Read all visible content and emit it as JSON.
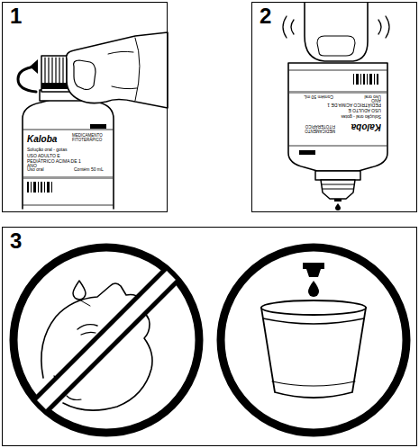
{
  "diagram": {
    "nodes": [
      {
        "text": [
          "1"
        ]
      },
      {
        "text": [
          "2"
        ]
      },
      {
        "text": [
          "3"
        ]
      }
    ],
    "labels": [
      "Kaloba",
      "MEDICAMENTO FITOTERÁPICO",
      "Solução oral - gotas",
      "USO ADULTO E PEDIÁTRICO ACIMA DE 1 ANO",
      "Uso oral",
      "Contém 50 mL",
      "Kaloba",
      "MEDICAMENTO FITOTERÁPICO",
      "Solução oral - gotas",
      "USO ADULTO E PEDIÁTRICO ACIMA DE 1 ANO",
      "Uso oral",
      "Contém 50 mL"
    ]
  }
}
